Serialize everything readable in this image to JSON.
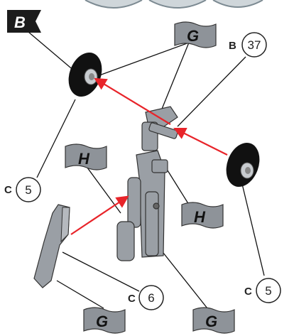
{
  "flags": {
    "b": "B",
    "g_top": "G",
    "h_left": "H",
    "h_right": "H",
    "g_bottom_left": "G",
    "g_bottom_right": "G"
  },
  "refs": {
    "b37": {
      "prefix": "B",
      "number": "37"
    },
    "c5_left": {
      "prefix": "C",
      "number": "5"
    },
    "c6": {
      "prefix": "C",
      "number": "6"
    },
    "c5_right": {
      "prefix": "C",
      "number": "5"
    }
  },
  "colors": {
    "arrow": "#e8242a",
    "flag_dark": "#1c1c1c",
    "flag_gray": "#8e9399",
    "part_gray": "#9a9fa5",
    "wheel": "#111111"
  }
}
